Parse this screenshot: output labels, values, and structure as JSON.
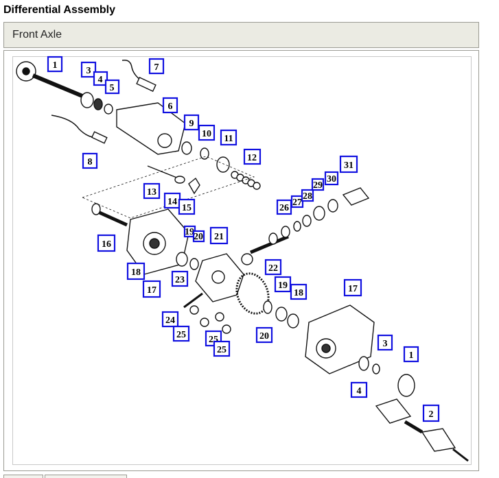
{
  "header": {
    "title": "Differential Assembly"
  },
  "section": {
    "label": "Front Axle"
  },
  "diagram": {
    "callouts": [
      {
        "label": "1"
      },
      {
        "label": "3"
      },
      {
        "label": "4"
      },
      {
        "label": "5"
      },
      {
        "label": "7"
      },
      {
        "label": "6"
      },
      {
        "label": "8"
      },
      {
        "label": "9"
      },
      {
        "label": "10"
      },
      {
        "label": "11"
      },
      {
        "label": "12"
      },
      {
        "label": "13"
      },
      {
        "label": "14"
      },
      {
        "label": "15"
      },
      {
        "label": "16"
      },
      {
        "label": "18"
      },
      {
        "label": "17"
      },
      {
        "label": "19"
      },
      {
        "label": "20"
      },
      {
        "label": "21"
      },
      {
        "label": "22"
      },
      {
        "label": "23"
      },
      {
        "label": "24"
      },
      {
        "label": "25"
      },
      {
        "label": "25"
      },
      {
        "label": "25"
      },
      {
        "label": "26"
      },
      {
        "label": "27"
      },
      {
        "label": "28"
      },
      {
        "label": "29"
      },
      {
        "label": "30"
      },
      {
        "label": "31"
      },
      {
        "label": "19"
      },
      {
        "label": "18"
      },
      {
        "label": "20"
      },
      {
        "label": "17"
      },
      {
        "label": "3"
      },
      {
        "label": "1"
      },
      {
        "label": "4"
      },
      {
        "label": "2"
      }
    ]
  }
}
